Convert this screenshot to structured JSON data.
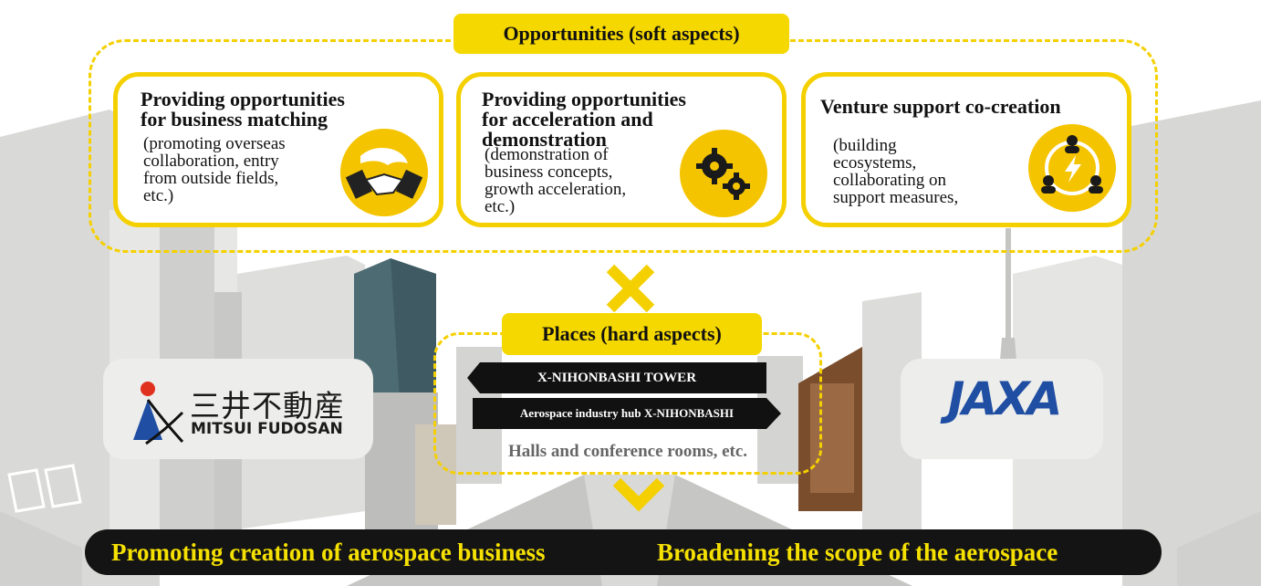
{
  "opportunities": {
    "heading": "Opportunities (soft aspects)",
    "cards": [
      {
        "title_lines": [
          "Providing opportunities",
          "for business matching"
        ],
        "desc_lines": [
          "(promoting overseas",
          "collaboration, entry",
          "from outside fields,",
          "etc.)"
        ],
        "icon": "handshake-globe-icon"
      },
      {
        "title_lines": [
          "Providing opportunities",
          "for acceleration and",
          "demonstration"
        ],
        "desc_lines": [
          "(demonstration of",
          "business concepts,",
          "growth acceleration,",
          "etc.)"
        ],
        "icon": "gears-icon"
      },
      {
        "title_lines": [
          "Venture support co-creation"
        ],
        "desc_lines": [
          "(building",
          "ecosystems,",
          "collaborating on",
          "support measures,"
        ],
        "icon": "people-network-icon"
      }
    ]
  },
  "cross_icon": "multiply-icon",
  "places": {
    "heading": "Places (hard aspects)",
    "items": [
      "X-NIHONBASHI TOWER",
      "Aerospace industry hub X-NIHONBASHI",
      "Halls and conference rooms, etc."
    ]
  },
  "logos": {
    "mitsui_jp": "三井不動産",
    "mitsui_en": "MITSUI FUDOSAN",
    "jaxa": "JAXA"
  },
  "banner": {
    "left": "Promoting creation of aerospace business",
    "right": "Broadening the scope of the aerospace"
  },
  "colors": {
    "accent_yellow": "#f5d000",
    "banner_bg": "#141414",
    "banner_text": "#f5e000",
    "jaxa_blue": "#1f4ea3",
    "tower_teal": "#4d6b73"
  }
}
